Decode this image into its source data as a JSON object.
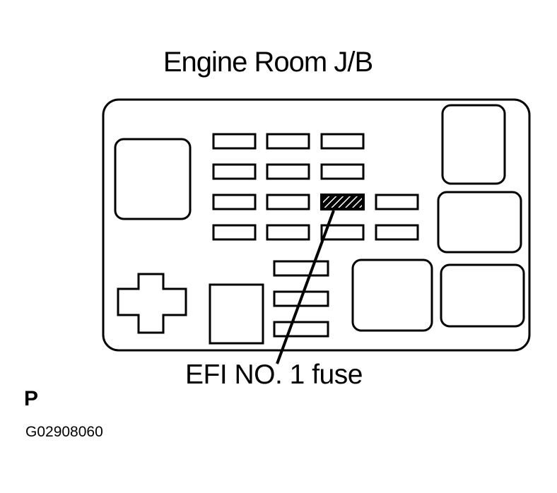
{
  "title": "Engine Room J/B",
  "callout": {
    "label": "EFI NO. 1 fuse"
  },
  "view_label": "P",
  "figure_id": "G02908060",
  "colors": {
    "stroke": "#000000",
    "background": "#ffffff"
  }
}
